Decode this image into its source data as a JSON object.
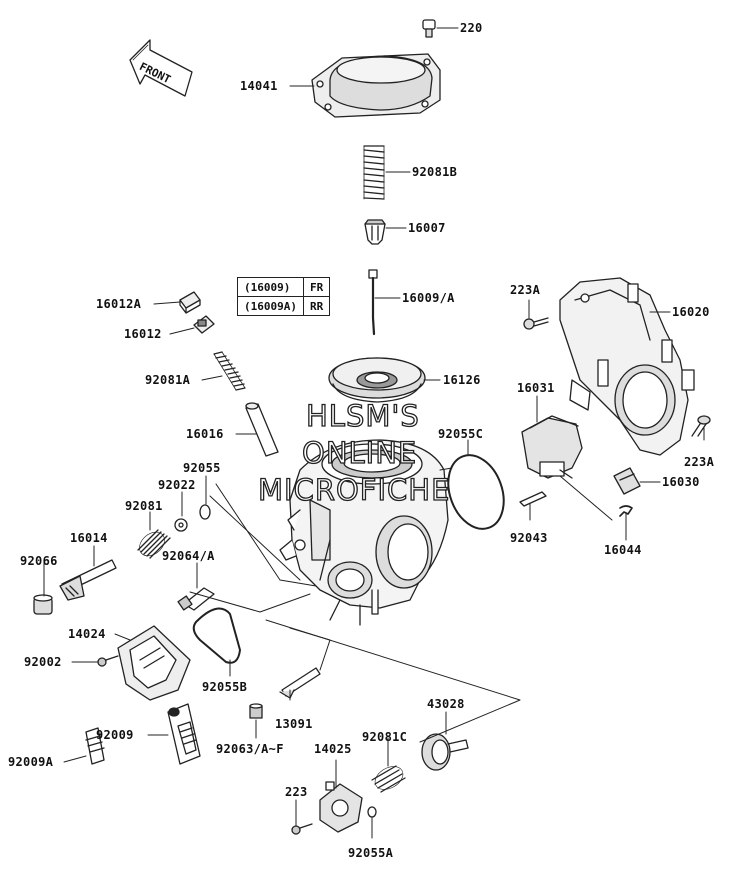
{
  "diagram": {
    "front_label": "FRONT",
    "watermark": [
      "HLSM'S",
      "ONLINE",
      "MICROFICHE"
    ],
    "callouts": {
      "p220": "220",
      "p14041": "14041",
      "p92081B": "92081B",
      "p16007": "16007",
      "p16009A": "16009/A",
      "p223A_top": "223A",
      "p16020": "16020",
      "p16012A": "16012A",
      "p16012": "16012",
      "p92081A": "92081A",
      "p16126": "16126",
      "p16031": "16031",
      "p16016": "16016",
      "p92055C": "92055C",
      "p223A_right": "223A",
      "p92055": "92055",
      "p92022": "92022",
      "p16030": "16030",
      "p92081": "92081",
      "p92043": "92043",
      "p16014": "16014",
      "p92064A": "92064/A",
      "p16044": "16044",
      "p92066": "92066",
      "p14024": "14024",
      "p92002": "92002",
      "p92055B": "92055B",
      "p43028": "43028",
      "p13091": "13091",
      "p92009": "92009",
      "p92081C": "92081C",
      "p92009A": "92009A",
      "p92063AF": "92063/A~F",
      "p14025": "14025",
      "p223": "223",
      "p92055A": "92055A"
    },
    "table": [
      [
        "(16009)",
        "FR"
      ],
      [
        "(16009A)",
        "RR"
      ]
    ]
  }
}
